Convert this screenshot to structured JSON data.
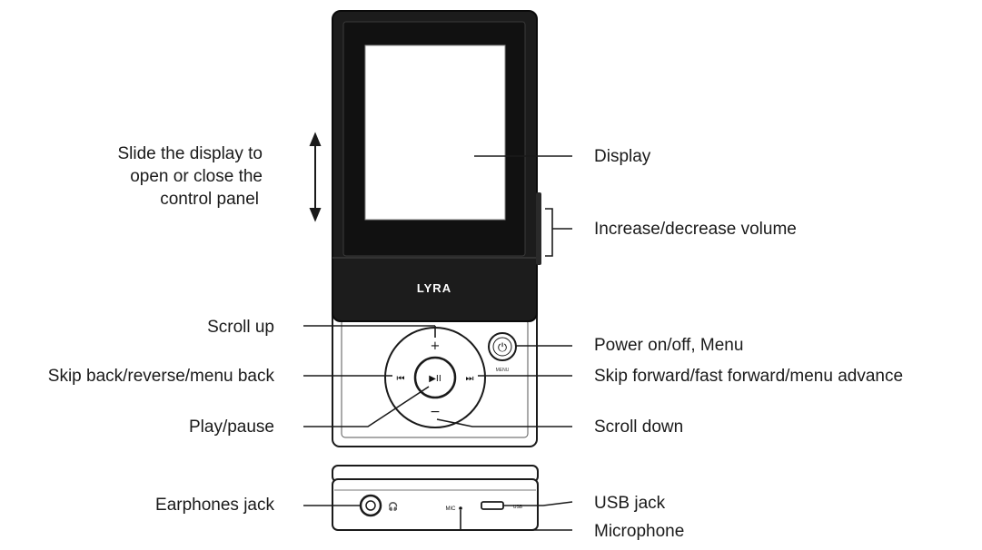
{
  "brand": "LYRA",
  "device_marks": {
    "plus": "+",
    "minus": "−",
    "rewind_symbol": "⏮",
    "forward_symbol": "⏭",
    "play_pause_symbol": "▶II",
    "power_symbol": "⏻",
    "earphone_symbol": "🎧",
    "mic_mark": "MIC",
    "usb_mark": "USB",
    "menu_mark": "MENU"
  },
  "labels": {
    "slide_display": [
      "Slide the display to",
      "open or close the",
      "control panel"
    ],
    "display": "Display",
    "volume": "Increase/decrease volume",
    "scroll_up": "Scroll up",
    "power": "Power on/off, Menu",
    "skip_back": "Skip back/reverse/menu back",
    "skip_forward": "Skip forward/fast forward/menu advance",
    "play_pause": "Play/pause",
    "scroll_down": "Scroll down",
    "earphones": "Earphones jack",
    "usb": "USB jack",
    "microphone": "Microphone"
  }
}
